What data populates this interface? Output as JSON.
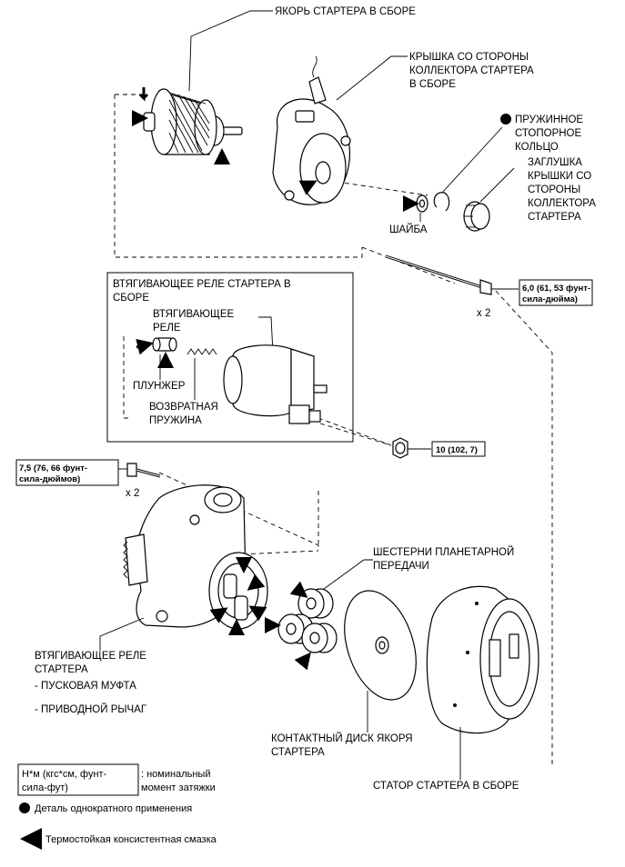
{
  "labels": {
    "armature": "ЯКОРЬ СТАРТЕРА В СБОРЕ",
    "commutator_cover_1": "КРЫШКА СО СТОРОНЫ",
    "commutator_cover_2": "КОЛЛЕКТОРА СТАРТЕРА",
    "commutator_cover_3": "В СБОРЕ",
    "snap_ring_1": "ПРУЖИННОЕ",
    "snap_ring_2": "СТОПОРНОЕ",
    "snap_ring_3": "КОЛЬЦО",
    "plug_1": "ЗАГЛУШКА",
    "plug_2": "КРЫШКИ СО",
    "plug_3": "СТОРОНЫ",
    "plug_4": "КОЛЛЕКТОРА",
    "plug_5": "СТАРТЕРА",
    "washer": "ШАЙБА",
    "relay_box_1": "ВТЯГИВАЮЩЕЕ РЕЛЕ СТАРТЕРА В",
    "relay_box_2": "СБОРЕ",
    "relay_1": "ВТЯГИВАЮЩЕЕ",
    "relay_2": "РЕЛЕ",
    "plunger": "ПЛУНЖЕР",
    "return_spring_1": "ВОЗВРАТНАЯ",
    "return_spring_2": "ПРУЖИНА",
    "planetary_1": "ШЕСТЕРНИ ПЛАНЕТАРНОЙ",
    "planetary_2": "ПЕРЕДАЧИ",
    "housing_1": "ВТЯГИВАЮЩЕЕ РЕЛЕ",
    "housing_2": "СТАРТЕРА",
    "housing_3": "- ПУСКОВАЯ МУФТА",
    "housing_4": "- ПРИВОДНОЙ РЫЧАГ",
    "contact_disc_1": "КОНТАКТНЫЙ ДИСК ЯКОРЯ",
    "contact_disc_2": "СТАРТЕРА",
    "stator": "СТАТОР СТАРТЕРА В СБОРЕ"
  },
  "torques": {
    "through_bolt_1": "6,0 (61, 53 фунт-",
    "through_bolt_2": "сила-дюйма)",
    "through_bolt_qty": "x 2",
    "nut": "10 (102, 7)",
    "relay_bolt_1": "7,5 (76, 66 фунт-",
    "relay_bolt_2": "сила-дюймов)",
    "relay_bolt_qty": "x 2"
  },
  "legend": {
    "box_1": "Н*м (кгс*см, фунт-",
    "box_2": "сила-фут)",
    "box_desc_1": ": номинальный",
    "box_desc_2": "момент затяжки",
    "nonreusable": "Деталь однократного применения",
    "grease": "Термостойкая консистентная смазка"
  }
}
